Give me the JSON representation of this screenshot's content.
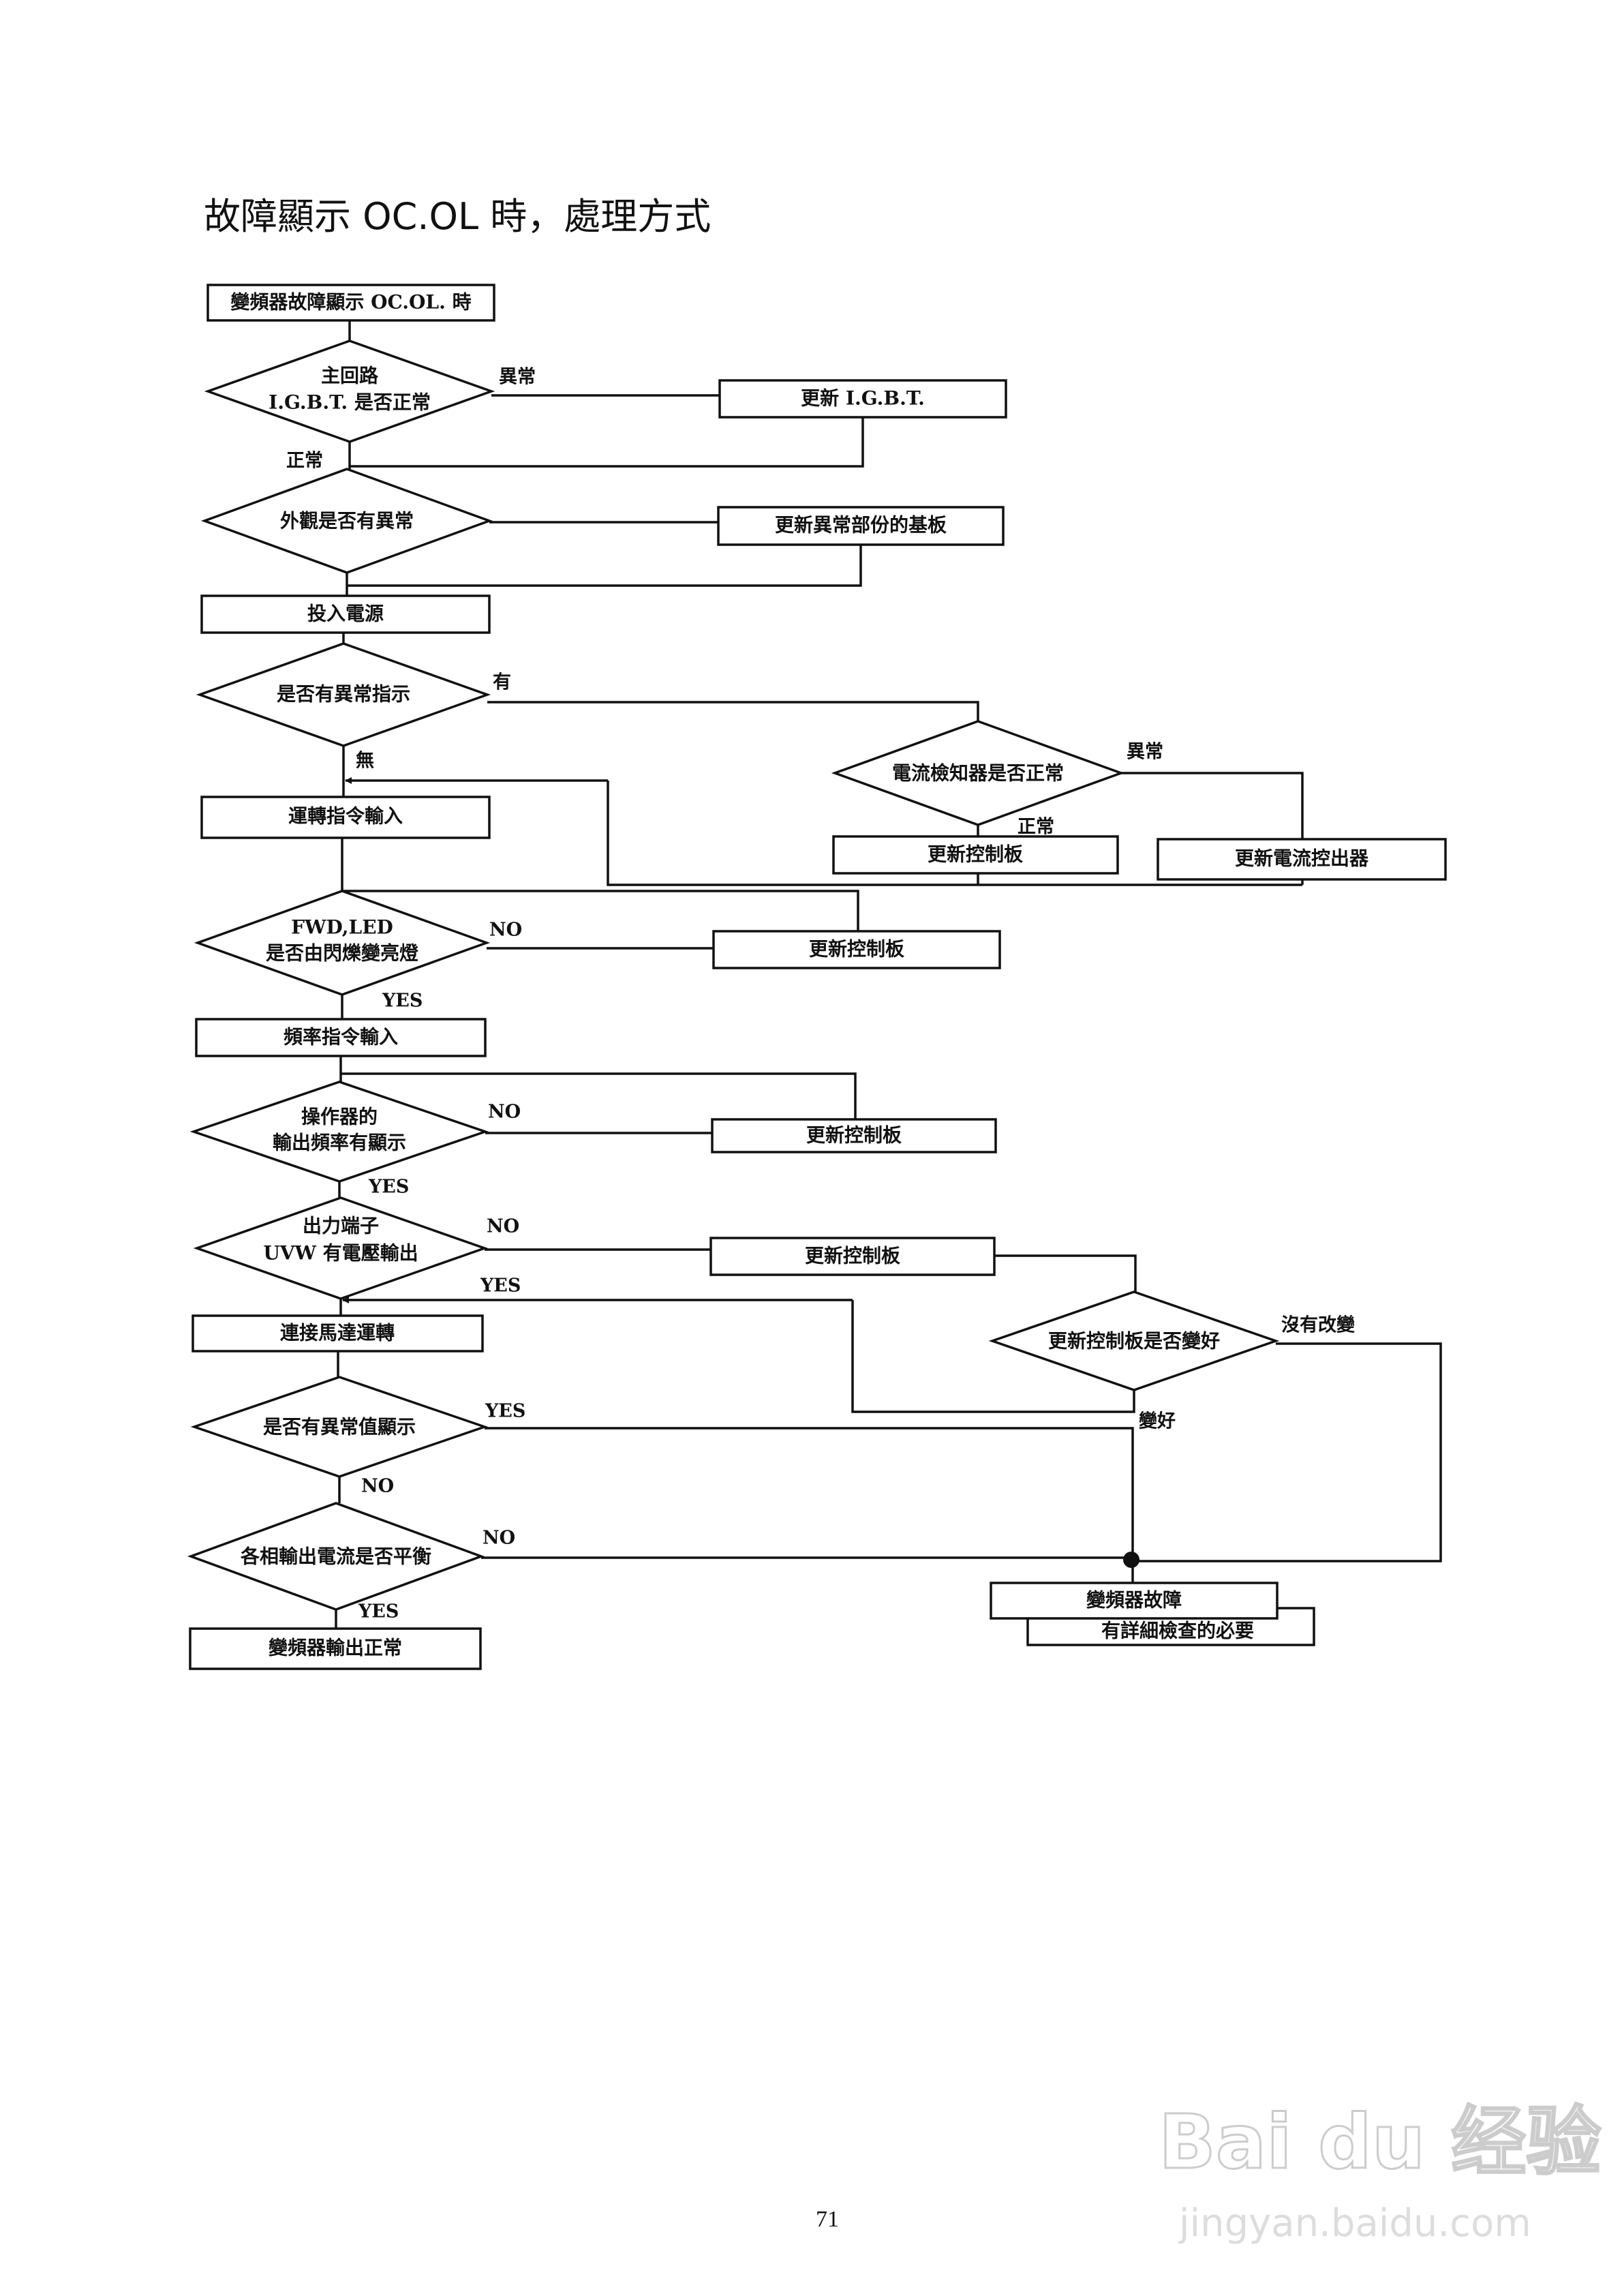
{
  "title": "故障顯示 OC.OL 時，處理方式",
  "page_number": "71",
  "watermark": {
    "logo": "Bai du 经验",
    "url": "jingyan.baidu.com"
  },
  "nodes": {
    "start": "變頻器故障顯示 OC.OL. 時",
    "d1_line1": "主回路",
    "d1_line2": "I.G.B.T. 是否正常",
    "igbt_box": "更新 I.G.B.T.",
    "d2": "外觀是否有異常",
    "abnormal_board_box": "更新異常部份的基板",
    "power_box": "投入電源",
    "d3": "是否有異常指示",
    "d4": "電流檢知器是否正常",
    "ctrl_box_a": "更新控制板",
    "sensor_box": "更新電流控出器",
    "run_cmd_box": "運轉指令輸入",
    "d5_line1": "FWD,LED",
    "d5_line2": "是否由閃爍變亮燈",
    "ctrl_box_b": "更新控制板",
    "freq_cmd_box": "頻率指令輸入",
    "d6_line1": "操作器的",
    "d6_line2": "輸出頻率有顯示",
    "ctrl_box_c": "更新控制板",
    "d7_line1": "出力端子",
    "d7_line2": "UVW 有電壓輸出",
    "ctrl_box_d": "更新控制板",
    "d8": "更新控制板是否變好",
    "motor_box": "連接馬達運轉",
    "d9": "是否有異常值顯示",
    "d10": "各相輸出電流是否平衡",
    "fault_box": "變頻器故障",
    "fault_sub_box": "有詳細檢查的必要",
    "normal_box": "變頻器輸出正常"
  },
  "labels": {
    "d1_abnormal": "異常",
    "d1_normal": "正常",
    "d3_yes": "有",
    "d3_no": "無",
    "d4_abnormal": "異常",
    "d4_normal": "正常",
    "d5_no": "NO",
    "d5_yes": "YES",
    "d6_no": "NO",
    "d6_yes": "YES",
    "d7_no": "NO",
    "d7_yes": "YES",
    "d8_no_change": "沒有改變",
    "d8_better": "變好",
    "d9_yes": "YES",
    "d9_no": "NO",
    "d10_no": "NO",
    "d10_yes": "YES"
  }
}
